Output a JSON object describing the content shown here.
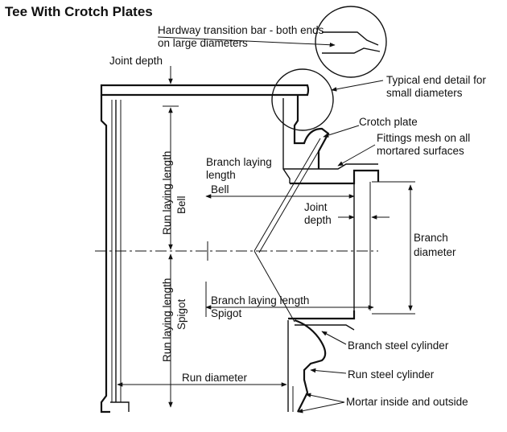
{
  "title": "Tee With Crotch Plates",
  "labels": {
    "hardway_line1": "Hardway transition bar - both ends",
    "hardway_line2": "on large diameters",
    "joint_depth_top": "Joint depth",
    "typical_end_line1": "Typical end detail for",
    "typical_end_line2": "small diameters",
    "crotch_plate": "Crotch plate",
    "fittings_line1": "Fittings mesh on all",
    "fittings_line2": "mortared surfaces",
    "branch_laying_bell_line1": "Branch laying",
    "branch_laying_bell_line2": "length",
    "branch_laying_bell_line3": "Bell",
    "joint_depth_branch_line1": "Joint",
    "joint_depth_branch_line2": "depth",
    "branch_diameter_line1": "Branch",
    "branch_diameter_line2": "diameter",
    "branch_laying_spigot_line1": "Branch laying length",
    "branch_laying_spigot_line2": "Spigot",
    "branch_steel_cylinder": "Branch steel cylinder",
    "run_steel_cylinder": "Run steel cylinder",
    "run_diameter": "Run diameter",
    "mortar": "Mortar inside and outside",
    "run_laying_bell_line1": "Run laying length",
    "run_laying_bell_line2": "Bell",
    "run_laying_spigot_line1": "Run laying length",
    "run_laying_spigot_line2": "Spigot"
  }
}
